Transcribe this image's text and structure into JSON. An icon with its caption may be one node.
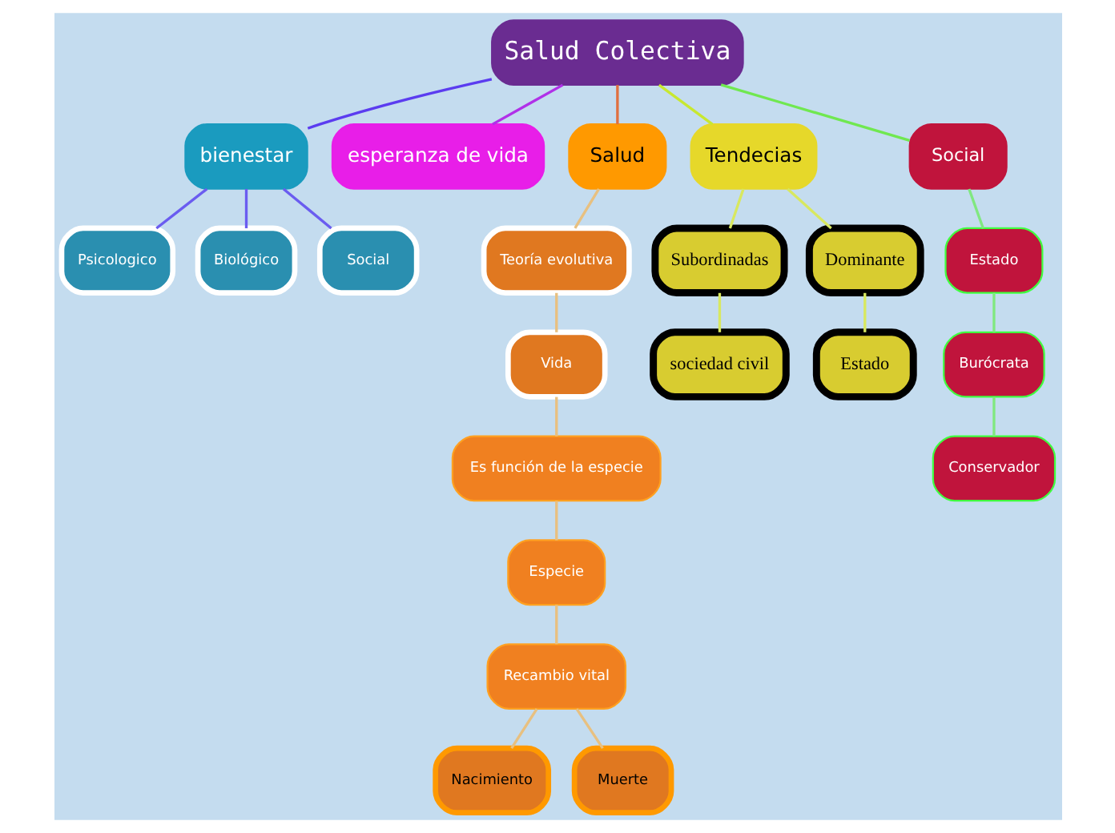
{
  "diagram": {
    "nodes": [
      {
        "text": [
          "Salud Colectiva"
        ]
      },
      {
        "text": [
          "bienestar"
        ]
      },
      {
        "text": [
          "Psicologico"
        ]
      },
      {
        "text": [
          "Biológico"
        ]
      },
      {
        "text": [
          "Social"
        ]
      },
      {
        "text": [
          "esperanza de vida"
        ]
      },
      {
        "text": [
          "Salud"
        ]
      },
      {
        "text": [
          "Teoría evolutiva"
        ]
      },
      {
        "text": [
          "Vida"
        ]
      },
      {
        "text": [
          "Es función de la especie"
        ]
      },
      {
        "text": [
          "Especie"
        ]
      },
      {
        "text": [
          "Recambio vital"
        ]
      },
      {
        "text": [
          "Nacimiento"
        ]
      },
      {
        "text": [
          "Muerte"
        ]
      },
      {
        "text": [
          "Tendecias"
        ]
      },
      {
        "text": [
          "Subordinadas"
        ]
      },
      {
        "text": [
          "sociedad civil"
        ]
      },
      {
        "text": [
          "Dominante"
        ]
      },
      {
        "text": [
          "Estado"
        ]
      },
      {
        "text": [
          "Social"
        ]
      },
      {
        "text": [
          "Estado"
        ]
      },
      {
        "text": [
          "Burócrata"
        ]
      },
      {
        "text": [
          "Conservador"
        ]
      }
    ],
    "edges": [
      {
        "from": 0,
        "to": 1,
        "arrow": "none",
        "color": "#5b3cf0"
      },
      {
        "from": 1,
        "to": 2,
        "arrow": "none",
        "color": "#6a5cf0"
      },
      {
        "from": 1,
        "to": 3,
        "arrow": "none",
        "color": "#6a5cf0"
      },
      {
        "from": 1,
        "to": 4,
        "arrow": "none",
        "color": "#6a5cf0"
      },
      {
        "from": 0,
        "to": 5,
        "arrow": "none",
        "color": "#b030e8"
      },
      {
        "from": 0,
        "to": 6,
        "arrow": "none",
        "color": "#e07040"
      },
      {
        "from": 6,
        "to": 7,
        "arrow": "none",
        "color": "#e8c080"
      },
      {
        "from": 7,
        "to": 8,
        "arrow": "none",
        "color": "#e8c080"
      },
      {
        "from": 8,
        "to": 9,
        "arrow": "none",
        "color": "#e8c080"
      },
      {
        "from": 9,
        "to": 10,
        "arrow": "none",
        "color": "#e8c080"
      },
      {
        "from": 10,
        "to": 11,
        "arrow": "none",
        "color": "#e8c080"
      },
      {
        "from": 11,
        "to": 12,
        "arrow": "none",
        "color": "#e8c080"
      },
      {
        "from": 11,
        "to": 13,
        "arrow": "none",
        "color": "#e8c080"
      },
      {
        "from": 0,
        "to": 14,
        "arrow": "none",
        "color": "#c8e830"
      },
      {
        "from": 14,
        "to": 15,
        "arrow": "none",
        "color": "#d8e860"
      },
      {
        "from": 14,
        "to": 17,
        "arrow": "none",
        "color": "#d8e860"
      },
      {
        "from": 15,
        "to": 16,
        "arrow": "none",
        "color": "#d8e860"
      },
      {
        "from": 17,
        "to": 18,
        "arrow": "none",
        "color": "#d8e860"
      },
      {
        "from": 0,
        "to": 19,
        "arrow": "none",
        "color": "#70e850"
      },
      {
        "from": 19,
        "to": 20,
        "arrow": "none",
        "color": "#80e880"
      },
      {
        "from": 20,
        "to": 21,
        "arrow": "none",
        "color": "#80e880"
      },
      {
        "from": 21,
        "to": 22,
        "arrow": "none",
        "color": "#80e880"
      }
    ]
  }
}
